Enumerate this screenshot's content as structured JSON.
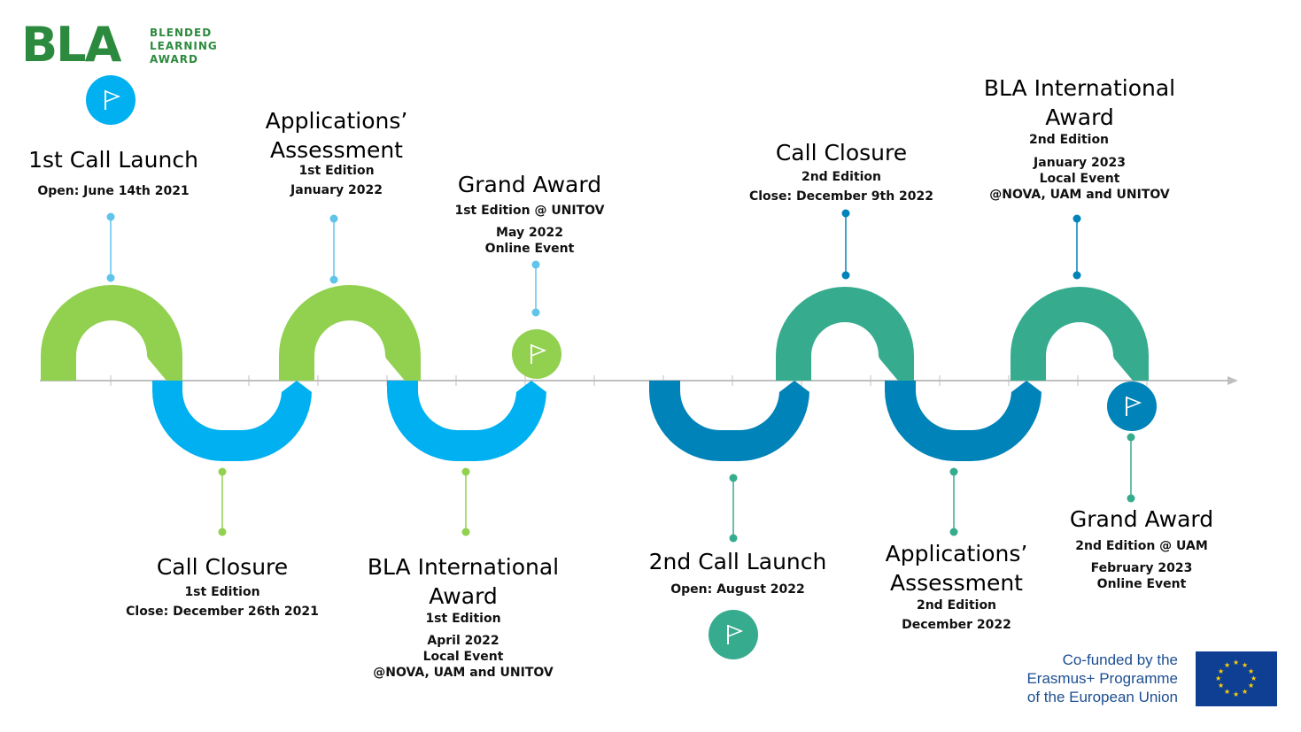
{
  "logo": {
    "mark": "BLA",
    "line1": "BLENDED",
    "line2": "LEARNING",
    "line3": "AWARD"
  },
  "colors": {
    "light_green": "#92d050",
    "light_blue": "#00b0f0",
    "teal": "#37ab8e",
    "dark_blue": "#0083b8",
    "axis": "#bfbfbf",
    "flag_icon_color": "#ffffff"
  },
  "icons": [
    "flag-icon"
  ],
  "events": {
    "call_launch_1": {
      "title": "1st Call Launch",
      "lines": [
        "Open: June 14th 2021"
      ]
    },
    "assessment_1": {
      "title_1": "Applications’",
      "title_2": "Assessment",
      "lines": [
        "1st Edition",
        "January 2022"
      ]
    },
    "grand_award_1": {
      "title": "Grand Award",
      "lines": [
        "1st Edition @ UNITOV",
        "May 2022",
        "Online Event"
      ]
    },
    "call_closure_1": {
      "title": "Call Closure",
      "lines": [
        "1st Edition",
        "Close: December 26th 2021"
      ]
    },
    "international_award_1": {
      "title_1": "BLA International",
      "title_2": "Award",
      "lines": [
        "1st Edition",
        "April 2022",
        "Local Event",
        "@NOVA, UAM and UNITOV"
      ]
    },
    "call_closure_2": {
      "title": "Call Closure",
      "lines": [
        "2nd Edition",
        "Close: December 9th 2022"
      ]
    },
    "international_award_2": {
      "title_1": "BLA International",
      "title_2": "Award",
      "lines": [
        "2nd Edition",
        "January 2023",
        "Local Event",
        "@NOVA, UAM and UNITOV"
      ]
    },
    "call_launch_2": {
      "title": "2nd Call Launch",
      "lines": [
        "Open: August 2022"
      ]
    },
    "assessment_2": {
      "title_1": "Applications’",
      "title_2": "Assessment",
      "lines": [
        "2nd Edition",
        "December 2022"
      ]
    },
    "grand_award_2": {
      "title": "Grand Award",
      "lines": [
        "2nd Edition @ UAM",
        "February 2023",
        "Online Event"
      ]
    }
  },
  "eu": {
    "line1": "Co-funded by the",
    "line2": "Erasmus+ Programme",
    "line3": "of the European Union"
  }
}
